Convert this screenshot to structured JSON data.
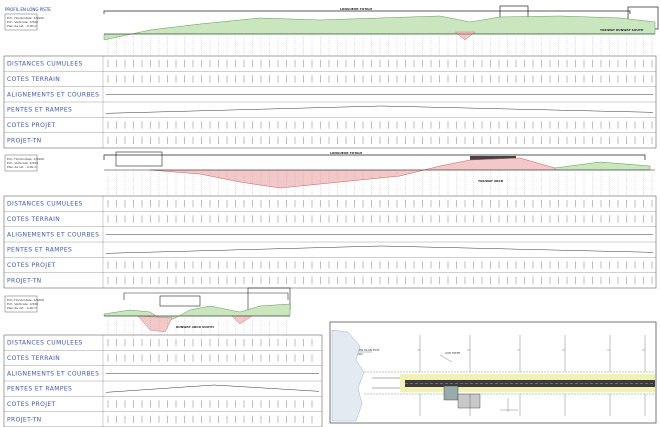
{
  "sheet": {
    "title": "PROFIL EN LONG PISTE",
    "legend_lines": [
      "Ech. Horizontale: 1/5000",
      "Ech. Verticale: 1/500",
      "Plan de ref. : 0.00 m"
    ]
  },
  "row_labels": [
    "DISTANCES CUMULEES",
    "COTES TERRAIN",
    "ALIGNEMENTS ET COURBES",
    "PENTES ET RAMPES",
    "COTES PROJET",
    "PROJET-TN"
  ],
  "profiles": [
    {
      "top_note": "LONGUEUR TOTALE",
      "callout": "TAXIWAY RUNWAY SOUTH"
    },
    {
      "top_note": "LONGUEUR TOTALE",
      "callout": "TAXIWAY ABCD"
    },
    {
      "top_note": "",
      "callout": "RUNWAY ABCD SOUTH"
    }
  ],
  "inset": {
    "number": "02",
    "title": "VUE EN PLAN ECH.",
    "subtitle": "1/5000",
    "note": "AXE PISTE"
  },
  "colors": {
    "label_text": "#3b57b8",
    "fill_cut": "#f3c8c8",
    "fill_fill": "#c9e6bf",
    "runway": "#3c3c3c",
    "runway_band": "#f2f0b4"
  }
}
